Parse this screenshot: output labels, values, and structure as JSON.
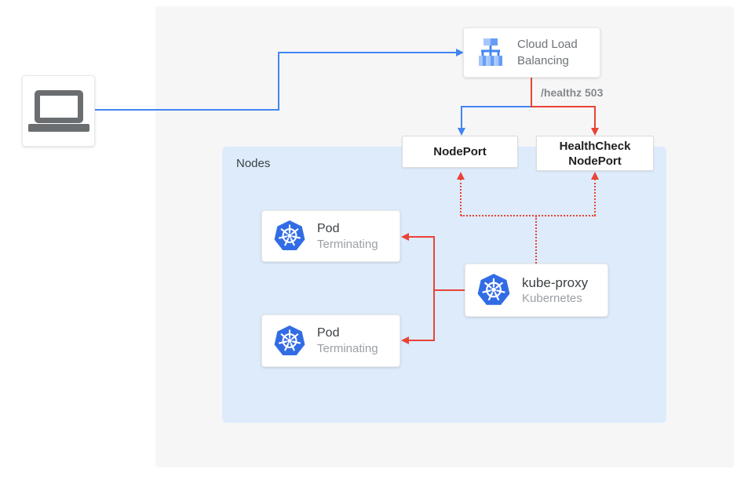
{
  "diagram": {
    "nodes_group_label": "Nodes",
    "client": {
      "icon": "laptop-icon"
    },
    "cloud_load_balancing": {
      "label": "Cloud Load Balancing",
      "icon": "cloud-load-balancing-icon"
    },
    "nodeport": {
      "label": "NodePort"
    },
    "healthcheck_nodeport": {
      "label": "HealthCheck NodePort"
    },
    "kube_proxy": {
      "title": "kube-proxy",
      "subtitle": "Kubernetes",
      "icon": "kubernetes-icon"
    },
    "pods": [
      {
        "title": "Pod",
        "subtitle": "Terminating",
        "icon": "kubernetes-icon"
      },
      {
        "title": "Pod",
        "subtitle": "Terminating",
        "icon": "kubernetes-icon"
      }
    ],
    "edge_labels": {
      "healthz": "/healthz 503"
    },
    "edges": [
      {
        "from": "client",
        "to": "cloud-load-balancing",
        "style": "solid",
        "color": "#4285f4"
      },
      {
        "from": "cloud-load-balancing",
        "to": "nodeport",
        "style": "solid",
        "color": "#4285f4"
      },
      {
        "from": "cloud-load-balancing",
        "to": "healthcheck-nodeport",
        "style": "solid",
        "color": "#ea4335",
        "label": "/healthz 503"
      },
      {
        "from": "kube-proxy",
        "to": "nodeport",
        "style": "dotted",
        "color": "#ea4335"
      },
      {
        "from": "kube-proxy",
        "to": "healthcheck-nodeport",
        "style": "dotted",
        "color": "#ea4335"
      },
      {
        "from": "kube-proxy",
        "to": "pod-terminating-1",
        "style": "solid",
        "color": "#ea4335"
      },
      {
        "from": "kube-proxy",
        "to": "pod-terminating-2",
        "style": "solid",
        "color": "#ea4335"
      }
    ],
    "colors": {
      "blue": "#4285f4",
      "red": "#ea4335",
      "nodes_background": "#ddebfb",
      "panel_background": "#f6f6f6",
      "kubernetes_blue": "#326ce5",
      "title_text": "#3c4043",
      "subtitle_text": "#9aa0a6"
    }
  }
}
